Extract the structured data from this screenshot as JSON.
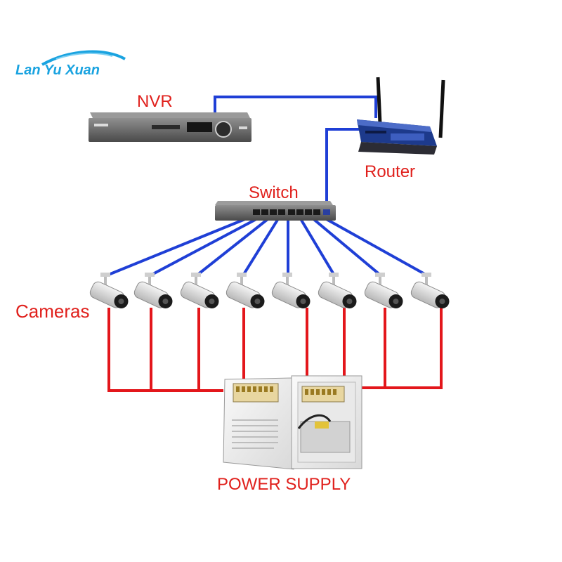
{
  "logo": {
    "text": "Lan Yu Xuan"
  },
  "labels": {
    "nvr": "NVR",
    "router": "Router",
    "switch": "Switch",
    "cameras": "Cameras",
    "power_supply": "POWER SUPPLY"
  },
  "devices": {
    "camera_count": 8
  },
  "colors": {
    "label_red": "#e0201c",
    "network_cable_blue": "#1f3fd6",
    "power_cable_red": "#e3161b",
    "logo_blue": "#1aa3e0"
  }
}
